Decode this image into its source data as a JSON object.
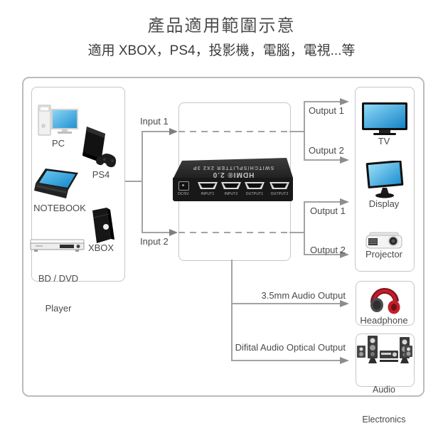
{
  "title": "產品適用範圍示意",
  "subtitle": "適用 XBOX，PS4，投影機，電腦，電視...等",
  "sources": {
    "pc": "PC",
    "ps4": "PS4",
    "notebook": "NOTEBOOK",
    "xbox": "XBOX",
    "bd_dvd_line1": "BD / DVD",
    "bd_dvd_line2": "Player"
  },
  "device": {
    "model_label": "SWITCH/SPLITTER 2X2 3P",
    "brand_label": "HDMI® 2.0",
    "ports": [
      "DC/5V",
      "INPUT1",
      "INPUT2",
      "OUTPUT1",
      "OUTPUT2"
    ]
  },
  "connections": {
    "input1": "Input 1",
    "input2": "Input 2",
    "output1_top": "Output 1",
    "output2_top": "Output 2",
    "output1_bottom": "Output 1",
    "output2_bottom": "Output 2",
    "audio_35mm": "3.5mm Audio Output",
    "audio_optical": "Difital Audio Optical Output"
  },
  "sinks": {
    "tv": "TV",
    "display": "Display",
    "projector": "Projector",
    "headphone": "Headphone",
    "audio_line1": "Audio",
    "audio_line2": "Electronics"
  },
  "colors": {
    "screen_blue": "#1d8fd1",
    "line_gray": "#a3a3a3",
    "headphone_red": "#c41e2a",
    "device_black": "#181818",
    "text_gray": "#4a4a4a"
  }
}
